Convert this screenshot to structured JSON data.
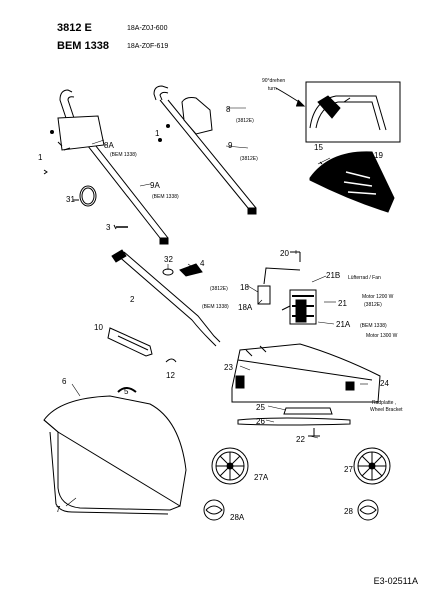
{
  "header": {
    "models": [
      {
        "name": "3812 E",
        "code": "18A-Z0J-600"
      },
      {
        "name": "BEM 1338",
        "code": "18A-Z0F-619"
      }
    ]
  },
  "callouts": {
    "c1": "1",
    "c1b": "1",
    "c2": "2",
    "c3": "3",
    "c4": "4",
    "c5": "5",
    "c6": "6",
    "c7": "7",
    "c8": "8",
    "c8a": "8A",
    "c9": "9",
    "c9a": "9A",
    "c10": "10",
    "c12": "12",
    "c15": "15",
    "c18": "18",
    "c18a": "18A",
    "c19": "19",
    "c20": "20",
    "c21": "21",
    "c21a": "21A",
    "c21b": "21B",
    "c22": "22",
    "c23": "23",
    "c24": "24",
    "c25": "25",
    "c26": "26",
    "c27": "27",
    "c27a": "27A",
    "c28": "28",
    "c28a": "28A",
    "c31": "31",
    "c32": "32"
  },
  "notes": {
    "n8a": "(BEM 1338)",
    "n8": "(3812E)",
    "n9": "(3812E)",
    "n9a": "(BEM 1338)",
    "rot1": "90°drehen",
    "rot2": "turn",
    "n18": "(3812E)",
    "n18a": "(BEM 1338)",
    "fan": "Lüfterrad / Fan",
    "m1": "Motor 1200 W",
    "m1b": "(3812E)",
    "m2": "(BEM 1338)",
    "m2b": "Motor 1300 W",
    "wb1": "Radplatte ,",
    "wb2": "Wheel Bracket"
  },
  "footer": {
    "ref": "E3-02511A"
  }
}
